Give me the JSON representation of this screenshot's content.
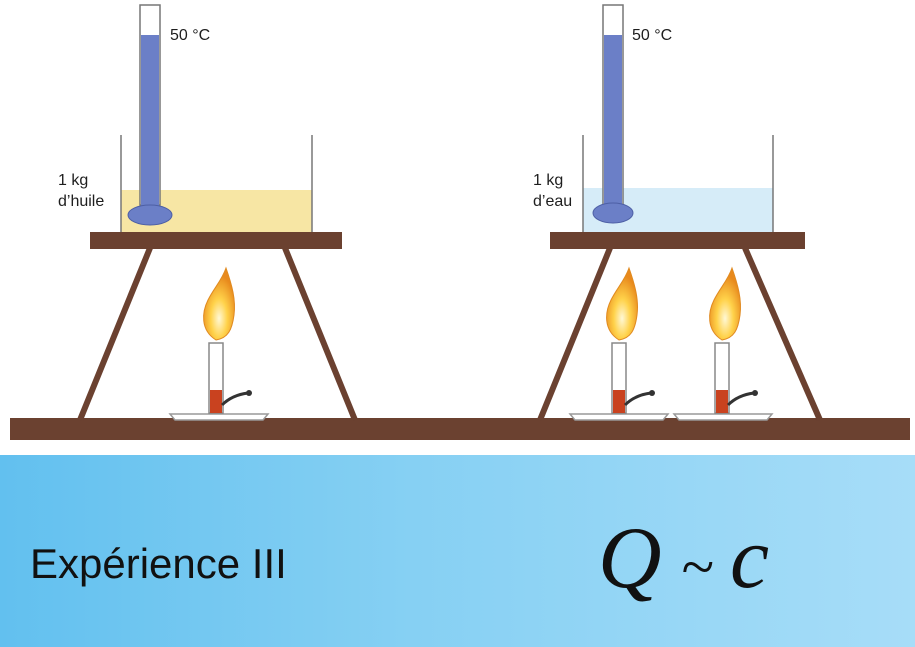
{
  "diagram": {
    "left_setup": {
      "thermometer_label": "50 °C",
      "mass_label": "1 kg",
      "substance_label": "d’huile",
      "liquid_color": "#f7e6a4",
      "burner_count": 1
    },
    "right_setup": {
      "thermometer_label": "50 °C",
      "mass_label": "1 kg",
      "substance_label": "d’eau",
      "liquid_color": "#d6ecf8",
      "burner_count": 2
    }
  },
  "footer": {
    "caption": "Expérience III",
    "formula": {
      "lhs": "Q",
      "relation": "~",
      "rhs": "c"
    },
    "background_color": "#86d0f3"
  },
  "colors": {
    "wood": "#6b4130",
    "thermometer": "#6b7fc7",
    "flame_outer": "#f5a623",
    "burner_base": "#c9421f"
  },
  "icons": {
    "thermometer": "thermometer-icon",
    "flame": "flame-icon",
    "burner": "bunsen-burner-icon",
    "tripod": "tripod-icon"
  }
}
